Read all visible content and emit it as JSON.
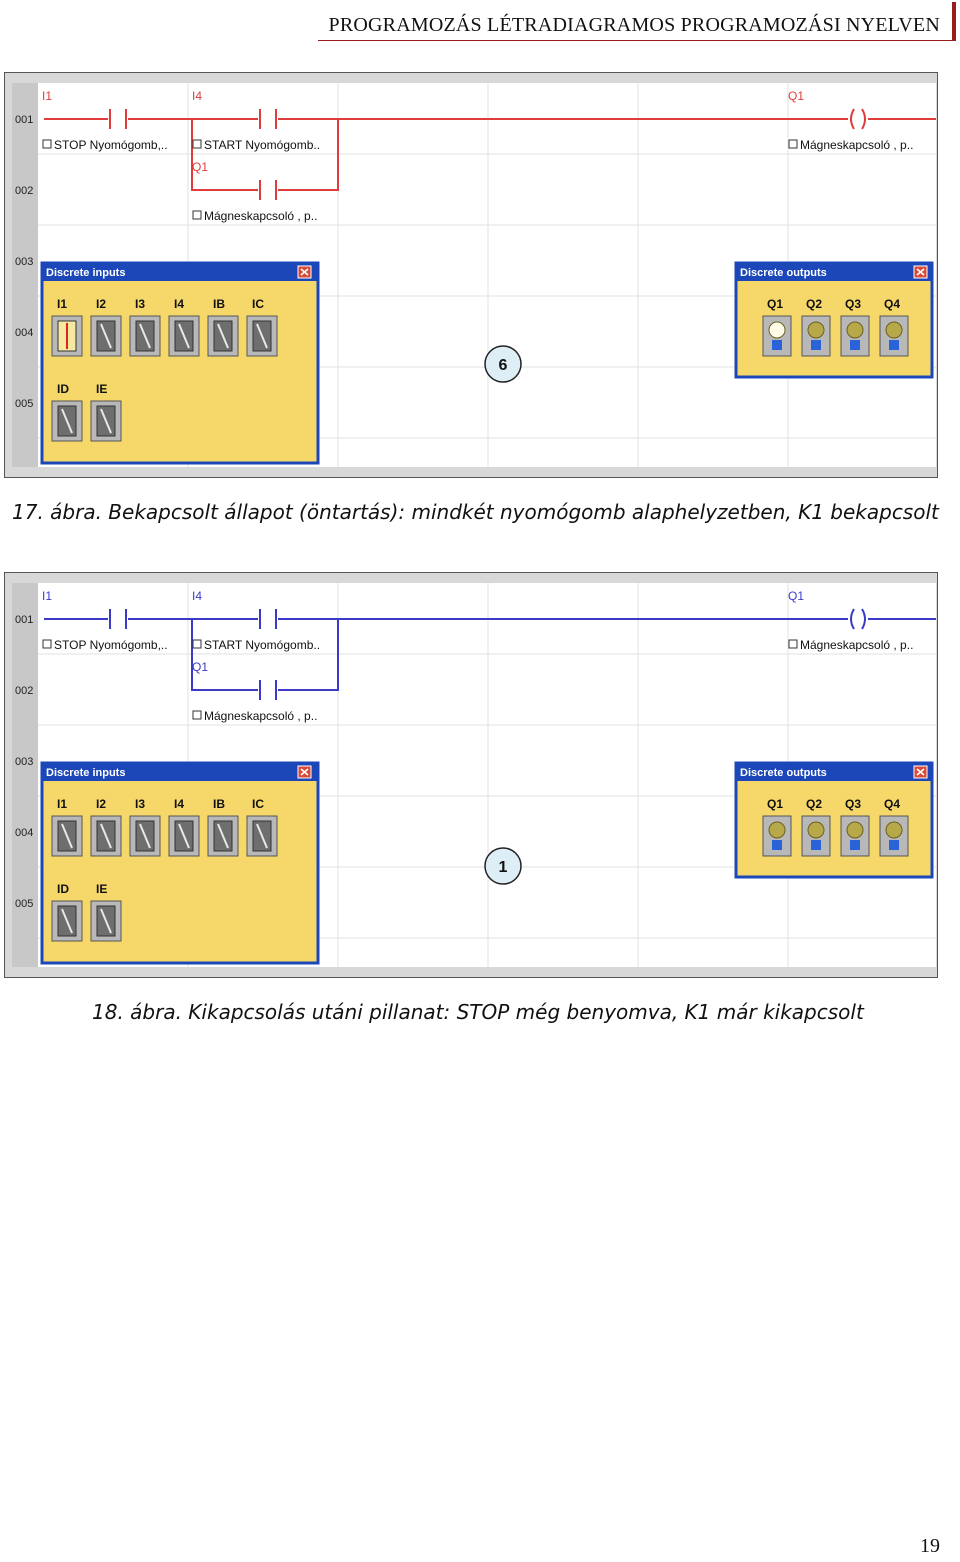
{
  "header": {
    "title": "PROGRAMOZÁS LÉTRADIAGRAMOS PROGRAMOZÁSI NYELVEN"
  },
  "colors": {
    "energized": "#e03c3c",
    "de_energized": "#3b3bc8",
    "panel_yellow": "#f6d86a",
    "panel_title_blue": "#1c47b8"
  },
  "figures": [
    {
      "caption": "17. ábra. Bekapcsolt állapot (öntartás): mindkét nyomógomb alaphelyzetben, K1 bekapcsolt",
      "state": "energized",
      "rows": [
        "001",
        "002",
        "003",
        "004",
        "005"
      ],
      "contacts": {
        "i1_label": "I1",
        "i1_comment": "STOP Nyomógomb,..",
        "i4_label": "I4",
        "i4_comment": "START Nyomógomb..",
        "q1_label": "Q1",
        "q1_comment": "Mágneskapcsoló , p..",
        "coil_label": "Q1",
        "coil_comment": "Mágneskapcsoló , p.."
      },
      "inputs_panel": {
        "title": "Discrete inputs",
        "row1": [
          "I1",
          "I2",
          "I3",
          "I4",
          "IB",
          "IC"
        ],
        "row2": [
          "ID",
          "IE"
        ],
        "active_index": 0
      },
      "outputs_panel": {
        "title": "Discrete outputs",
        "labels": [
          "Q1",
          "Q2",
          "Q3",
          "Q4"
        ],
        "lit_index": 0
      },
      "badge": "6"
    },
    {
      "caption": "18. ábra. Kikapcsolás utáni pillanat: STOP még benyomva, K1 már kikapcsolt",
      "state": "de_energized",
      "rows": [
        "001",
        "002",
        "003",
        "004",
        "005"
      ],
      "contacts": {
        "i1_label": "I1",
        "i1_comment": "STOP Nyomógomb,..",
        "i4_label": "I4",
        "i4_comment": "START Nyomógomb..",
        "q1_label": "Q1",
        "q1_comment": "Mágneskapcsoló , p..",
        "coil_label": "Q1",
        "coil_comment": "Mágneskapcsoló , p.."
      },
      "inputs_panel": {
        "title": "Discrete inputs",
        "row1": [
          "I1",
          "I2",
          "I3",
          "I4",
          "IB",
          "IC"
        ],
        "row2": [
          "ID",
          "IE"
        ],
        "active_index": -1
      },
      "outputs_panel": {
        "title": "Discrete outputs",
        "labels": [
          "Q1",
          "Q2",
          "Q3",
          "Q4"
        ],
        "lit_index": -1
      },
      "badge": "1"
    }
  ],
  "page_number": "19"
}
